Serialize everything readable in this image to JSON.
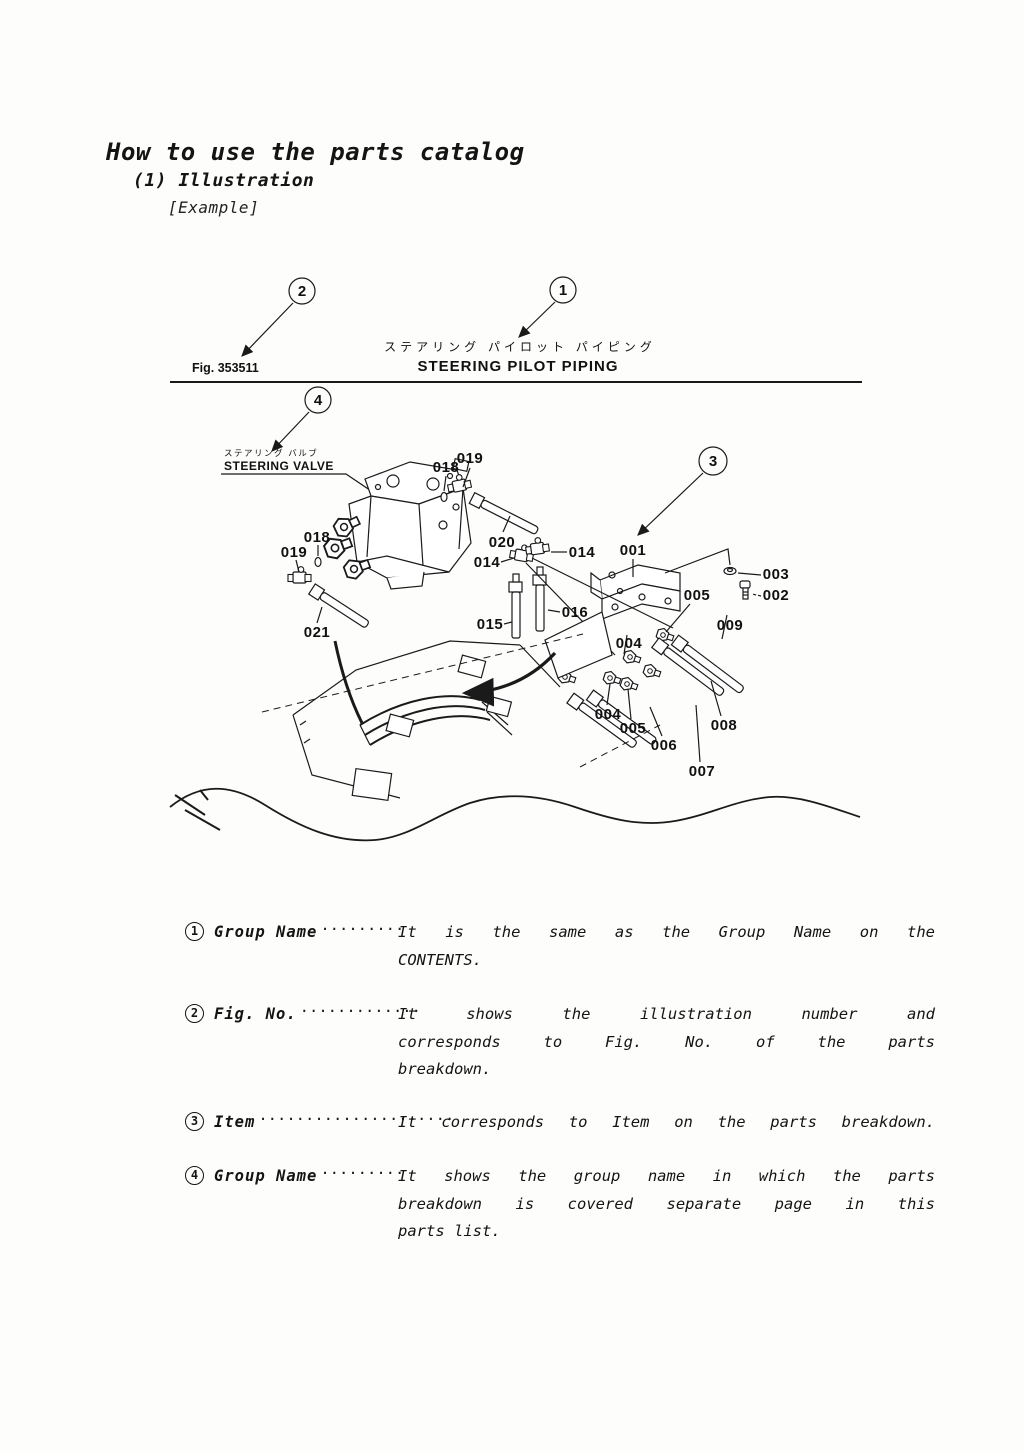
{
  "page": {
    "title": "How to use the parts catalog",
    "subtitle": "(1) Illustration",
    "example_label": "[Example]"
  },
  "diagram": {
    "fig_no": "Fig. 353511",
    "group_title_jp": "ステアリング パイロット パイピング",
    "group_title_en": "STEERING PILOT PIPING",
    "valve_label_jp": "ステアリング バルブ",
    "valve_label_en": "STEERING VALVE",
    "callouts": {
      "c1": "1",
      "c2": "2",
      "c3": "3",
      "c4": "4"
    },
    "part_labels": [
      "019",
      "018",
      "020",
      "014",
      "014",
      "001",
      "003",
      "002",
      "005",
      "009",
      "016",
      "015",
      "018",
      "019",
      "021",
      "004",
      "004",
      "005",
      "006",
      "007",
      "008"
    ]
  },
  "notes": [
    {
      "marker": "1",
      "label": "Group Name",
      "leader": "·········",
      "lines": [
        "It is the same as the Group Name on the",
        "CONTENTS."
      ]
    },
    {
      "marker": "2",
      "label": "Fig. No.",
      "leader": "·············",
      "lines": [
        "It shows the illustration number and",
        "corresponds to Fig. No. of the parts",
        "breakdown."
      ]
    },
    {
      "marker": "3",
      "label": "Item",
      "leader": "·····················",
      "lines": [
        "It corresponds to Item on the parts breakdown."
      ]
    },
    {
      "marker": "4",
      "label": "Group Name",
      "leader": "·········",
      "lines": [
        "It shows the group name in which the parts",
        "breakdown is covered separate page in this",
        "parts list."
      ]
    }
  ],
  "colors": {
    "ink": "#1a1a1a",
    "paper": "#fdfdfc"
  }
}
